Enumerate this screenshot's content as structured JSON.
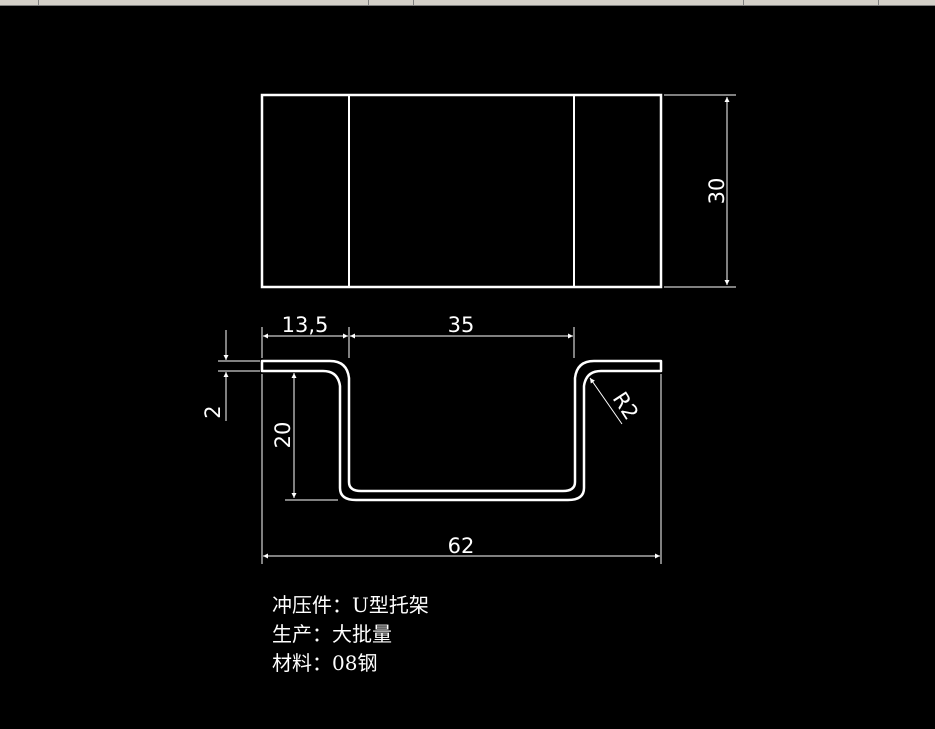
{
  "dimensions": {
    "height": "30",
    "left_offset": "13,5",
    "inner_width": "35",
    "thickness": "2",
    "depth": "20",
    "radius": "R2",
    "overall_width": "62"
  },
  "notes": [
    "冲压件：U型托架",
    "生产：大批量",
    "材料：08钢"
  ],
  "colors": {
    "background": "#000000",
    "linework": "#ffffff"
  }
}
